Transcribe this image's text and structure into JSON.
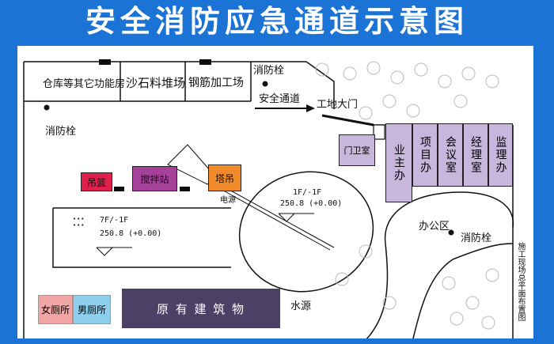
{
  "title": "安全消防应急通道示意图",
  "labels": {
    "warehouse": "仓库等其它功能房",
    "sand_yard": "沙石料堆场",
    "rebar_yard": "钢筋加工场",
    "hydrant_top": "消防栓",
    "safety_passage": "安全通道",
    "site_gate": "工地大门",
    "hydrant_left": "消防栓",
    "guard_room": "门卫室",
    "owner_office": "业主办",
    "project_office": "项目办",
    "meeting_room": "会议室",
    "manager_room": "经理室",
    "supervisor_office": "监理办",
    "hanging_basket": "吊篮",
    "mixing_station": "搅拌站",
    "tower_crane": "塔吊",
    "power_source": "电源",
    "crane_floor": "1F/-1F",
    "crane_elev": "250.8 (+0.00)",
    "bldg_floor": "7F/-1F",
    "bldg_elev": "250.8 (+0.00)",
    "office_area": "办公区",
    "hydrant_right": "消防栓",
    "side_note": "施工现场总平面布置图",
    "womens_toilet": "女厕所",
    "mens_toilet": "男厕所",
    "existing_building": "原 有 建 筑 物",
    "water_source": "水源"
  },
  "colors": {
    "background": "#1b73d6",
    "office_fill": "#c8b6dc",
    "hanging_basket_fill": "#e0204c",
    "mixing_station_fill": "#a6419b",
    "tower_crane_fill": "#f08a2a",
    "womens_toilet_fill": "#f2a5a5",
    "mens_toilet_fill": "#8ecff0",
    "existing_building_fill": "#4b4066"
  }
}
